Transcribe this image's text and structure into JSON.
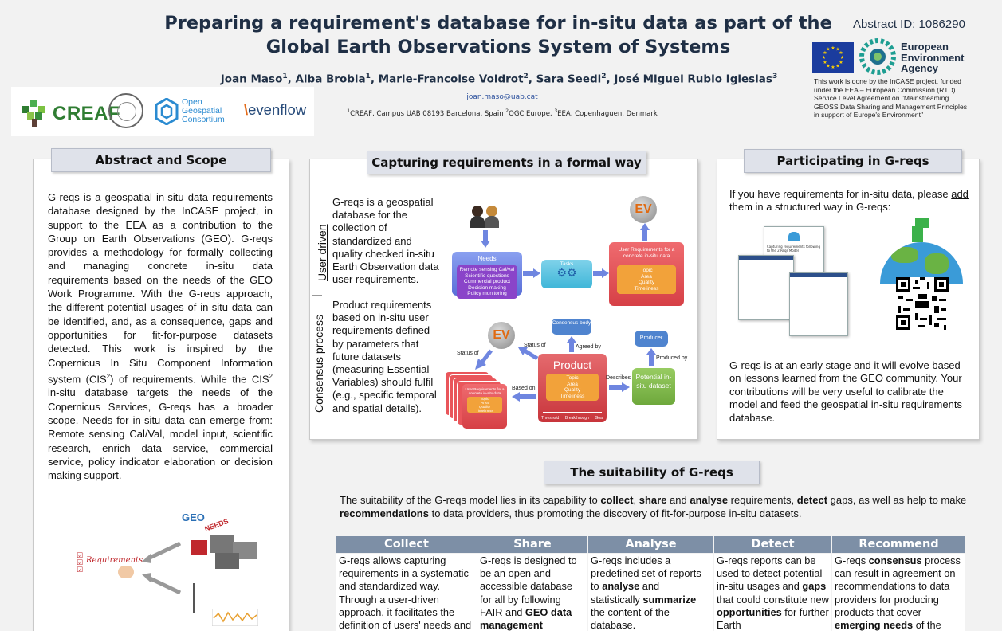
{
  "header": {
    "title_line1": "Preparing a requirement's database for in-situ data as part of the",
    "title_line2": "Global Earth Observations System of Systems",
    "authors": [
      {
        "name": "Joan Maso",
        "sup": "1"
      },
      {
        "name": "Alba Brobia",
        "sup": "1"
      },
      {
        "name": "Marie-Francoise Voldrot",
        "sup": "2"
      },
      {
        "name": "Sara Seedi",
        "sup": "2"
      },
      {
        "name": "José Miguel Rubio Iglesias",
        "sup": "3"
      }
    ],
    "email": "joan.maso@uab.cat",
    "affiliations": [
      {
        "sup": "1",
        "text": "CREAF, Campus UAB 08193 Barcelona, Spain "
      },
      {
        "sup": "2",
        "text": "OGC Europe, "
      },
      {
        "sup": "3",
        "text": "EEA, Copenhaguen, Denmark"
      }
    ],
    "abstract_id": "Abstract ID: 1086290",
    "logos": {
      "creaf": "CREAF",
      "ogc_line1": "Open",
      "ogc_line2": "Geospatial",
      "ogc_line3": "Consortium",
      "evenflow_prefix": "\\",
      "evenflow": "evenflow"
    },
    "eea_line1": "European",
    "eea_line2": "Environment",
    "eea_line3": "Agency",
    "rtd_note": "This work is done by the InCASE project, funded under the EEA – European Commission (RTD) Service Level Agreement on \"Mainstreaming GEOSS Data Sharing and Management Principles in support of Europe's Environment\""
  },
  "abstract": {
    "title": "Abstract and Scope",
    "text_part1": "G-reqs is a geospatial in-situ data requirements database designed by the InCASE project, in support to the EEA as a contribution to the Group on Earth Observations (GEO). G-reqs provides a methodology for formally collecting and managing concrete in-situ data requirements based on the needs of the GEO Work Programme. With the G-reqs approach, the different potential usages of in-situ data can be identified, and, as a consequence, gaps and opportunities for fit-for-purpose datasets detected. This work is inspired by the Copernicus In Situ Component Information system (CIS",
    "sup1": "2",
    "text_part2": ") of requirements. While the CIS",
    "sup2": "2",
    "text_part3": " in-situ database targets the needs of the Copernicus Services, G-reqs has a broader scope. Needs for in-situ data can emerge from: Remote sensing Cal/Val, model input, scientific research, enrich data service, commercial service, policy indicator elaboration or decision making support.",
    "fig_requirements": "Requirements",
    "fig_geo": "GEO",
    "fig_needs": "NEEDS"
  },
  "capturing": {
    "title": "Capturing requirements in a formal way",
    "user_driven_label": "User driven",
    "consensus_label": "Consensus process",
    "para1": "G-reqs is a geospatial database for the collection of standardized and quality checked in-situ Earth Observation data user requirements.",
    "para2": "Product requirements based on in-situ user requirements defined by parameters that future datasets (measuring Essential Variables) should fulfil (e.g., specific temporal and spatial details).",
    "diagram": {
      "needs": "Needs",
      "needs_items": "Remote sensing Cal/val\nScientific questions\nCommercial product\nDecision making\nPolicy monitoring",
      "tasks": "Tasks",
      "user_req": "User Requirements for a concrete in-situ data",
      "user_req_items": "Topic\nArea\nQuality\nTimeliness",
      "ev": "EV",
      "consensus_body": "Consensus body",
      "producer": "Producer",
      "product": "Product",
      "product_items": "Topic\nArea\nQuality\nTimeliness",
      "potential": "Potential in-situ dataset",
      "stack_title": "User Requirements for a concrete in-situ data",
      "stack_items": "Topic\nArea\nQuality\nTimeliness",
      "status_of_1": "Status of",
      "status_of_2": "Status of",
      "agreed_by": "Agreed by",
      "produced_by": "Produced by",
      "describes": "Describes",
      "based_on": "Based on",
      "threshold": "Threshold",
      "breakthrough": "Breakthrough",
      "goal": "Goal"
    }
  },
  "participating": {
    "title": "Participating in G-reqs",
    "intro_before": "If you have requirements for in-situ data, please ",
    "intro_link": "add",
    "intro_after": " them in a structured way in G-reqs:",
    "doc_title": "Capturing requirements following to the 2 Reqs Model",
    "outro": "G-reqs is at an early stage and it will evolve based on lessons learned from the GEO community. Your contributions will be very useful to calibrate the model and feed the geospatial in-situ requirements database."
  },
  "suitability": {
    "title": "The suitability of G-reqs",
    "intro": [
      {
        "t": "The suitability of the G-reqs model lies in its capability to ",
        "b": false
      },
      {
        "t": "collect",
        "b": true
      },
      {
        "t": ", ",
        "b": false
      },
      {
        "t": "share",
        "b": true
      },
      {
        "t": " and ",
        "b": false
      },
      {
        "t": "analyse",
        "b": true
      },
      {
        "t": " requirements, ",
        "b": false
      },
      {
        "t": "detect",
        "b": true
      },
      {
        "t": " gaps, as well as help to make ",
        "b": false
      },
      {
        "t": "recommendations",
        "b": true
      },
      {
        "t": " to data providers, thus promoting the discovery of fit-for-purpose in-situ datasets.",
        "b": false
      }
    ],
    "columns": [
      {
        "head": "Collect",
        "body": [
          {
            "t": "G-reqs allows capturing requirements in a systematic and standardized way. Through a user-driven approach, it facilitates the definition of users' needs and",
            "b": false
          }
        ]
      },
      {
        "head": "Share",
        "body": [
          {
            "t": "G-reqs is designed to be an open and accessible database for all by following FAIR and ",
            "b": false
          },
          {
            "t": "GEO data management",
            "b": true
          }
        ]
      },
      {
        "head": "Analyse",
        "body": [
          {
            "t": "G-reqs includes a predefined set of reports to ",
            "b": false
          },
          {
            "t": "analyse",
            "b": true
          },
          {
            "t": " and statistically ",
            "b": false
          },
          {
            "t": "summarize",
            "b": true
          },
          {
            "t": " the content of the database.",
            "b": false
          }
        ]
      },
      {
        "head": "Detect",
        "body": [
          {
            "t": "G-reqs reports can be used to detect potential in-situ usages and ",
            "b": false
          },
          {
            "t": "gaps",
            "b": true
          },
          {
            "t": " that could constitute new ",
            "b": false
          },
          {
            "t": "opportunities",
            "b": true
          },
          {
            "t": " for further Earth",
            "b": false
          }
        ]
      },
      {
        "head": "Recommend",
        "body": [
          {
            "t": "G-reqs ",
            "b": false
          },
          {
            "t": "consensus",
            "b": true
          },
          {
            "t": " process can result in agreement on recommendations to data providers for producing products that cover ",
            "b": false
          },
          {
            "t": "emerging needs",
            "b": true
          },
          {
            "t": " of the",
            "b": false
          }
        ]
      }
    ]
  },
  "colors": {
    "title_color": "#1f2f45",
    "header_bar": "#7d8fa6",
    "panel_title_bg": "#dfe2ea",
    "needs_box": "#6f86e0",
    "user_req_box": "#e04b52",
    "product_box": "#d64a4f",
    "potential_box": "#7cb646",
    "tasks_box": "#3fb6d8"
  }
}
